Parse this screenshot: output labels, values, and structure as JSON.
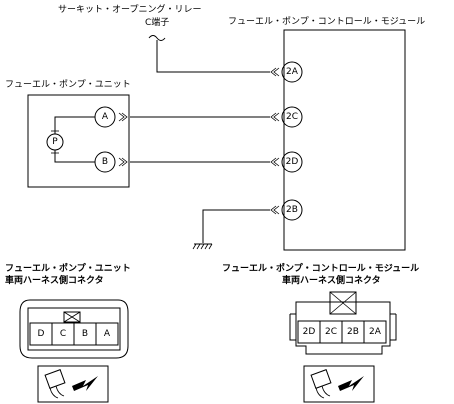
{
  "labels": {
    "relay_line1": "サーキット・オープニング・リレー",
    "relay_line2": "C端子",
    "pcm_title": "フューエル・ポンプ・コントロール・モジュール",
    "fpu_title": "フューエル・ポンプ・ユニット",
    "pump_symbol": "P",
    "fpu_conn_line1": "フューエル・ポンプ・ユニット",
    "fpu_conn_line2": "車両ハーネス側コネクタ",
    "pcm_conn_line1": "フューエル・ポンプ・コントロール・モジュール",
    "pcm_conn_line2": "車両ハーネス側コネクタ"
  },
  "pcm_terminals": [
    "2A",
    "2C",
    "2D",
    "2B"
  ],
  "fpu_terminals": [
    "A",
    "B"
  ],
  "fpu_connector_pins": [
    "D",
    "C",
    "B",
    "A"
  ],
  "pcm_connector_pins": [
    "2D",
    "2C",
    "2B",
    "2A"
  ]
}
